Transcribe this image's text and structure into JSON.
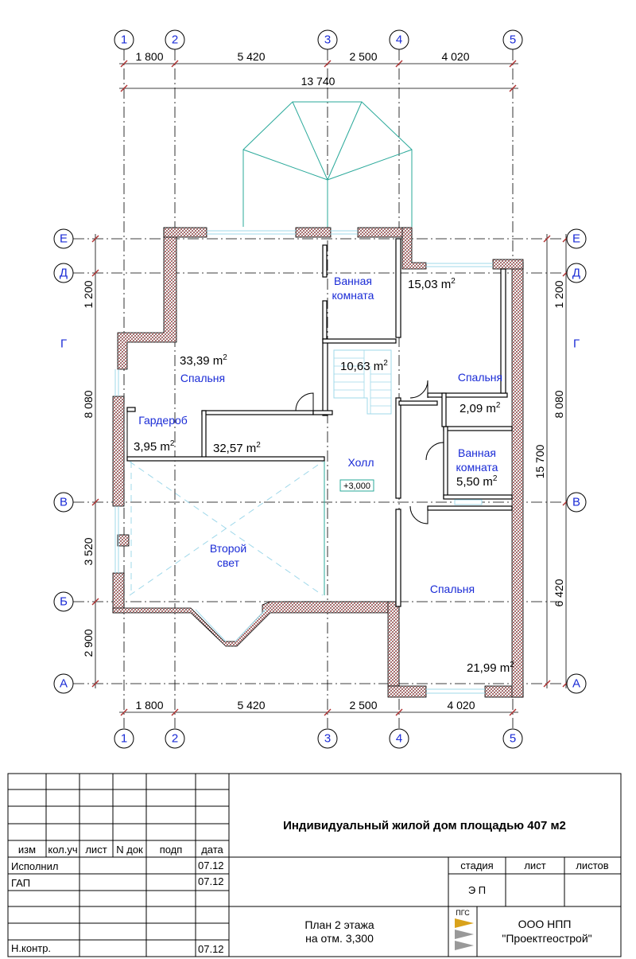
{
  "axes": {
    "vertical": [
      "1",
      "2",
      "3",
      "4",
      "5"
    ],
    "horizontal": [
      "Е",
      "Д",
      "Г",
      "В",
      "Б",
      "А"
    ]
  },
  "dimensions": {
    "top": [
      "1 800",
      "5 420",
      "2 500",
      "4 020"
    ],
    "overall_top": "13 740",
    "bottom": [
      "1 800",
      "5 420",
      "2 500",
      "4 020"
    ],
    "left": [
      "1 200",
      "8 080",
      "3 520",
      "2 900"
    ],
    "right": [
      "1 200",
      "8 080",
      "6 420"
    ],
    "overall_right": "15 700"
  },
  "rooms": {
    "bath1_line1": "Ванная",
    "bath1_line2": "комната",
    "area_1503": "15,03 m",
    "area_3339": "33,39 m",
    "bedroom1": "Спальня",
    "area_1063": "10,63 m",
    "bedroom2": "Спальня",
    "wardrobe": "Гардероб",
    "area_209": "2,09 m",
    "area_395": "3,95 m",
    "area_3257": "32,57 m",
    "hall": "Холл",
    "bath2_line1": "Ванная",
    "bath2_line2": "комната",
    "area_550": "5,50 m",
    "level_mark": "+3,000",
    "second_light_1": "Второй",
    "second_light_2": "свет",
    "bedroom3": "Спальня",
    "area_2199": "21,99 m",
    "sup": "2"
  },
  "title_block": {
    "headers": [
      "изм",
      "кол.уч",
      "лист",
      "N док",
      "подп",
      "дата"
    ],
    "roles": [
      {
        "name": "Исполнил",
        "date": "07.12"
      },
      {
        "name": "ГАП",
        "date": "07.12"
      },
      {
        "name": "Н.контр.",
        "date": "07.12"
      }
    ],
    "project_title": "Индивидуальный  жилой  дом  площадью   407  м2",
    "stage_header": "стадия",
    "sheet_header": "лист",
    "sheets_header": "листов",
    "stage_value": "Э П",
    "drawing_title_1": "План  2  этажа",
    "drawing_title_2": "на  отм.  3,300",
    "logo_text": "ПГС",
    "company_1": "ООО   НПП",
    "company_2": "\"Проектгеострой\""
  },
  "colors": {
    "axis_label": "#1a2bd6",
    "room_label": "#1a2bd6",
    "window": "#9fd8ea",
    "roof_outline": "#2aa99a"
  }
}
